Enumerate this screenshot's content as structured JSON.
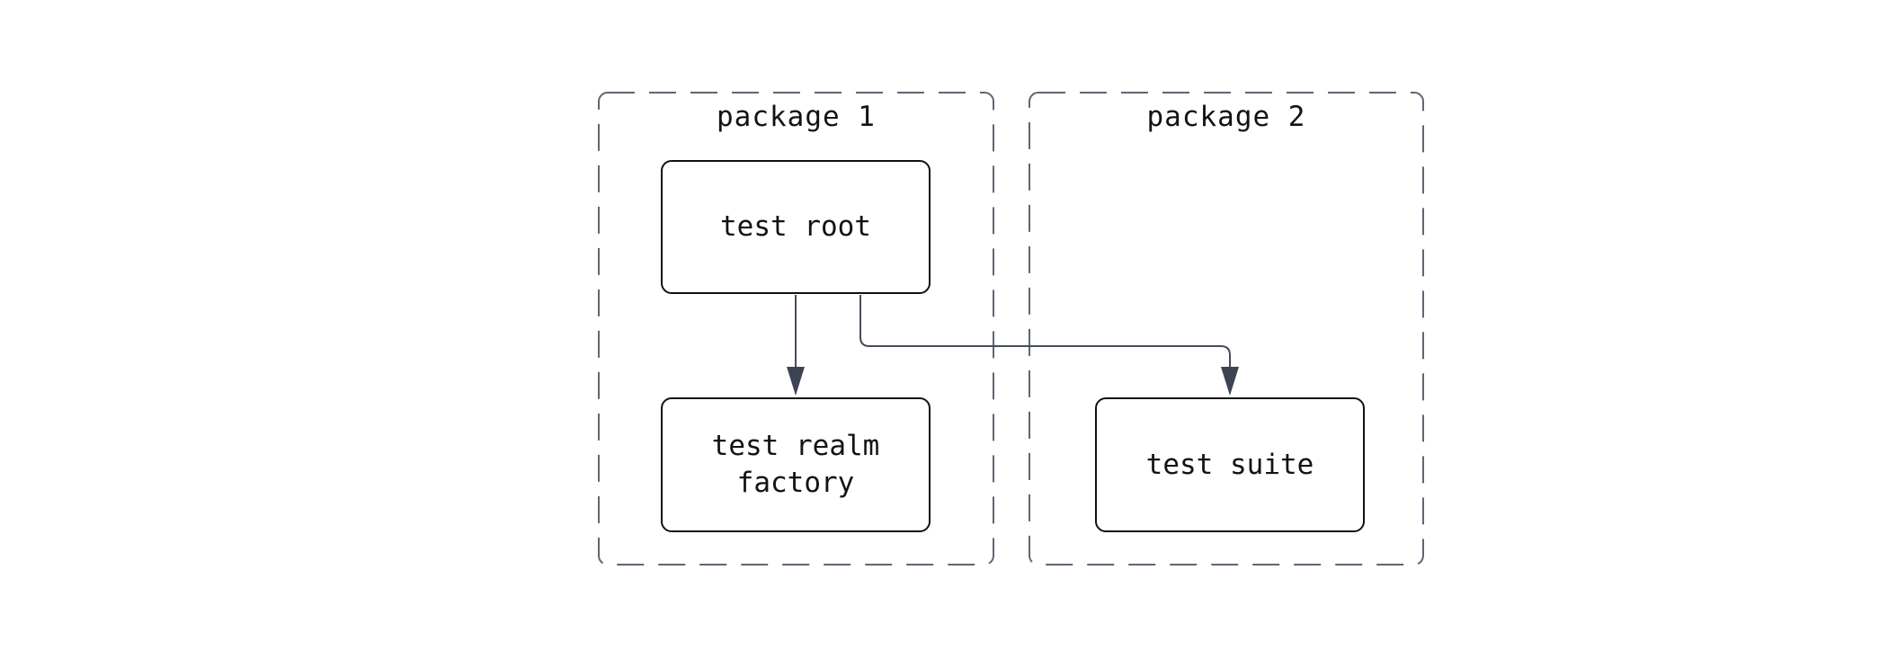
{
  "diagram": {
    "type": "flowchart",
    "packages": [
      {
        "id": "package1",
        "label": "package 1"
      },
      {
        "id": "package2",
        "label": "package 2"
      }
    ],
    "nodes": [
      {
        "id": "test-root",
        "label": "test root",
        "package": "package 1"
      },
      {
        "id": "test-realm-factory",
        "label": "test realm factory",
        "package": "package 1"
      },
      {
        "id": "test-suite",
        "label": "test suite",
        "package": "package 2"
      }
    ],
    "edges": [
      {
        "from": "test root",
        "to": "test realm factory"
      },
      {
        "from": "test root",
        "to": "test suite"
      }
    ],
    "colors": {
      "background": "#ffffff",
      "node_fill": "#ffffff",
      "node_border": "#111111",
      "package_border": "#5f6673",
      "edge": "#454d5c",
      "arrowhead": "#3c4453",
      "text": "#131313"
    }
  }
}
